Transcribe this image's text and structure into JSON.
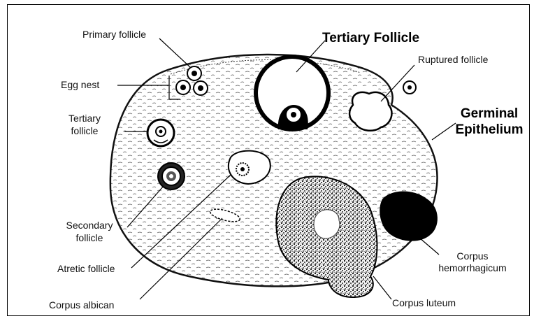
{
  "labels": {
    "primary_follicle": "Primary follicle",
    "egg_nest": "Egg nest",
    "tertiary_follicle_small_1": "Tertiary",
    "tertiary_follicle_small_2": "follicle",
    "secondary_follicle_1": "Secondary",
    "secondary_follicle_2": "follicle",
    "atretic_follicle": "Atretic follicle",
    "corpus_albican": "Corpus albican",
    "tertiary_follicle_big": "Tertiary Follicle",
    "ruptured_follicle": "Ruptured follicle",
    "germinal_epithelium_1": "Germinal",
    "germinal_epithelium_2": "Epithelium",
    "corpus_hemorrhagicum_1": "Corpus",
    "corpus_hemorrhagicum_2": "hemorrhagicum",
    "corpus_luteum": "Corpus luteum"
  }
}
